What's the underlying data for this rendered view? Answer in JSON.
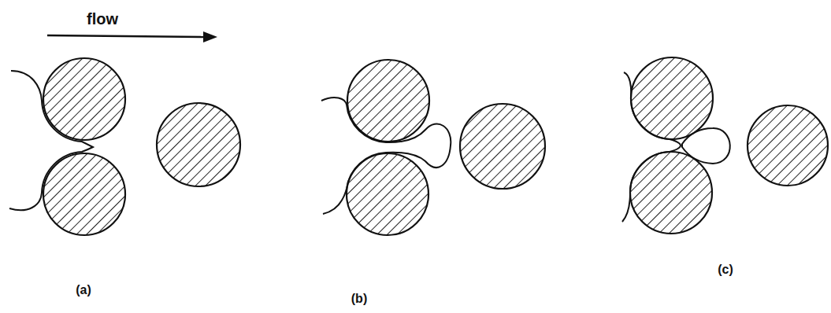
{
  "diagram": {
    "labels": [
      "flow",
      "(a)",
      "(b)",
      "(c)"
    ]
  }
}
